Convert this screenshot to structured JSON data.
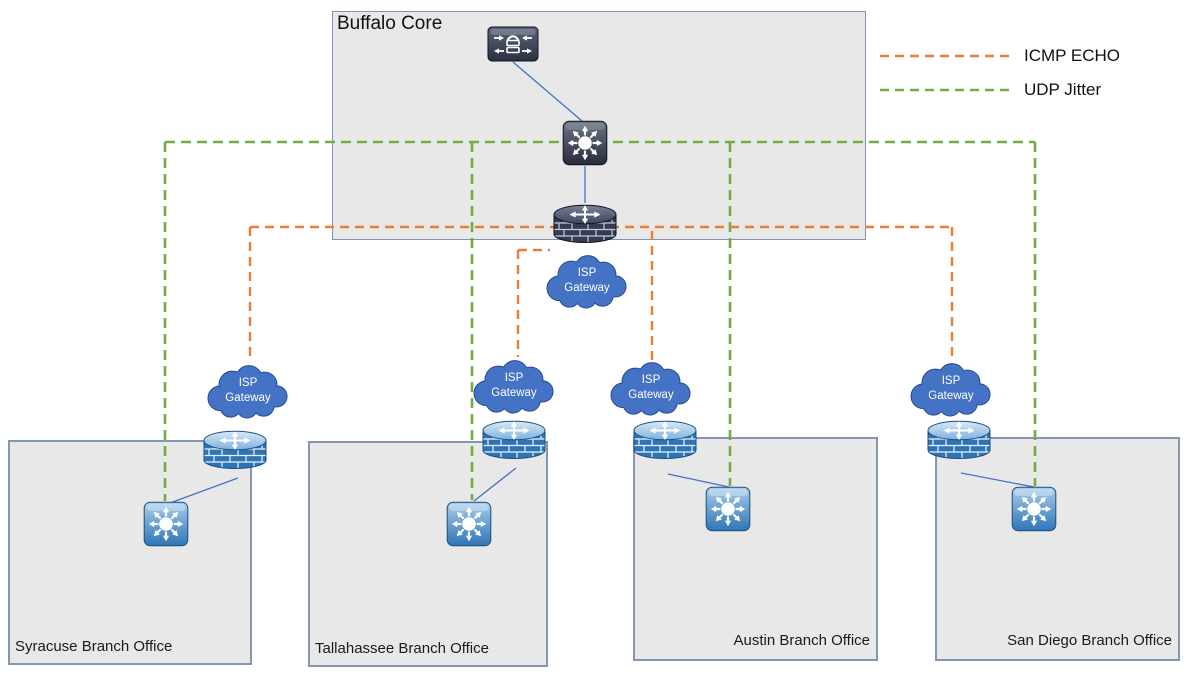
{
  "diagram": {
    "core": {
      "title": "Buffalo Core"
    },
    "legend": {
      "items": [
        {
          "label": "ICMP ECHO",
          "color": "#ED7D31",
          "style": "dashed"
        },
        {
          "label": "UDP Jitter",
          "color": "#70AD47",
          "style": "dashed"
        }
      ]
    },
    "offices": [
      {
        "label": "Syracuse Branch Office"
      },
      {
        "label": "Tallahassee Branch Office"
      },
      {
        "label": "Austin Branch Office"
      },
      {
        "label": "San Diego Branch Office"
      }
    ],
    "clouds": [
      {
        "id": "core-isp-gateway",
        "line1": "ISP",
        "line2": "Gateway"
      },
      {
        "id": "syracuse-isp-gateway",
        "line1": "ISP",
        "line2": "Gateway"
      },
      {
        "id": "tallahassee-isp-gateway",
        "line1": "ISP",
        "line2": "Gateway"
      },
      {
        "id": "austin-isp-gateway",
        "line1": "ISP",
        "line2": "Gateway"
      },
      {
        "id": "san-diego-isp-gateway",
        "line1": "ISP",
        "line2": "Gateway"
      }
    ],
    "colors": {
      "icmp_echo": "#ED7D31",
      "udp_jitter": "#70AD47",
      "cloud_fill": "#4472C4",
      "cloud_stroke": "#24478F",
      "region_fill": "#E8E8E8",
      "region_border": "#8496B0",
      "lan_link": "#4472C4"
    }
  }
}
